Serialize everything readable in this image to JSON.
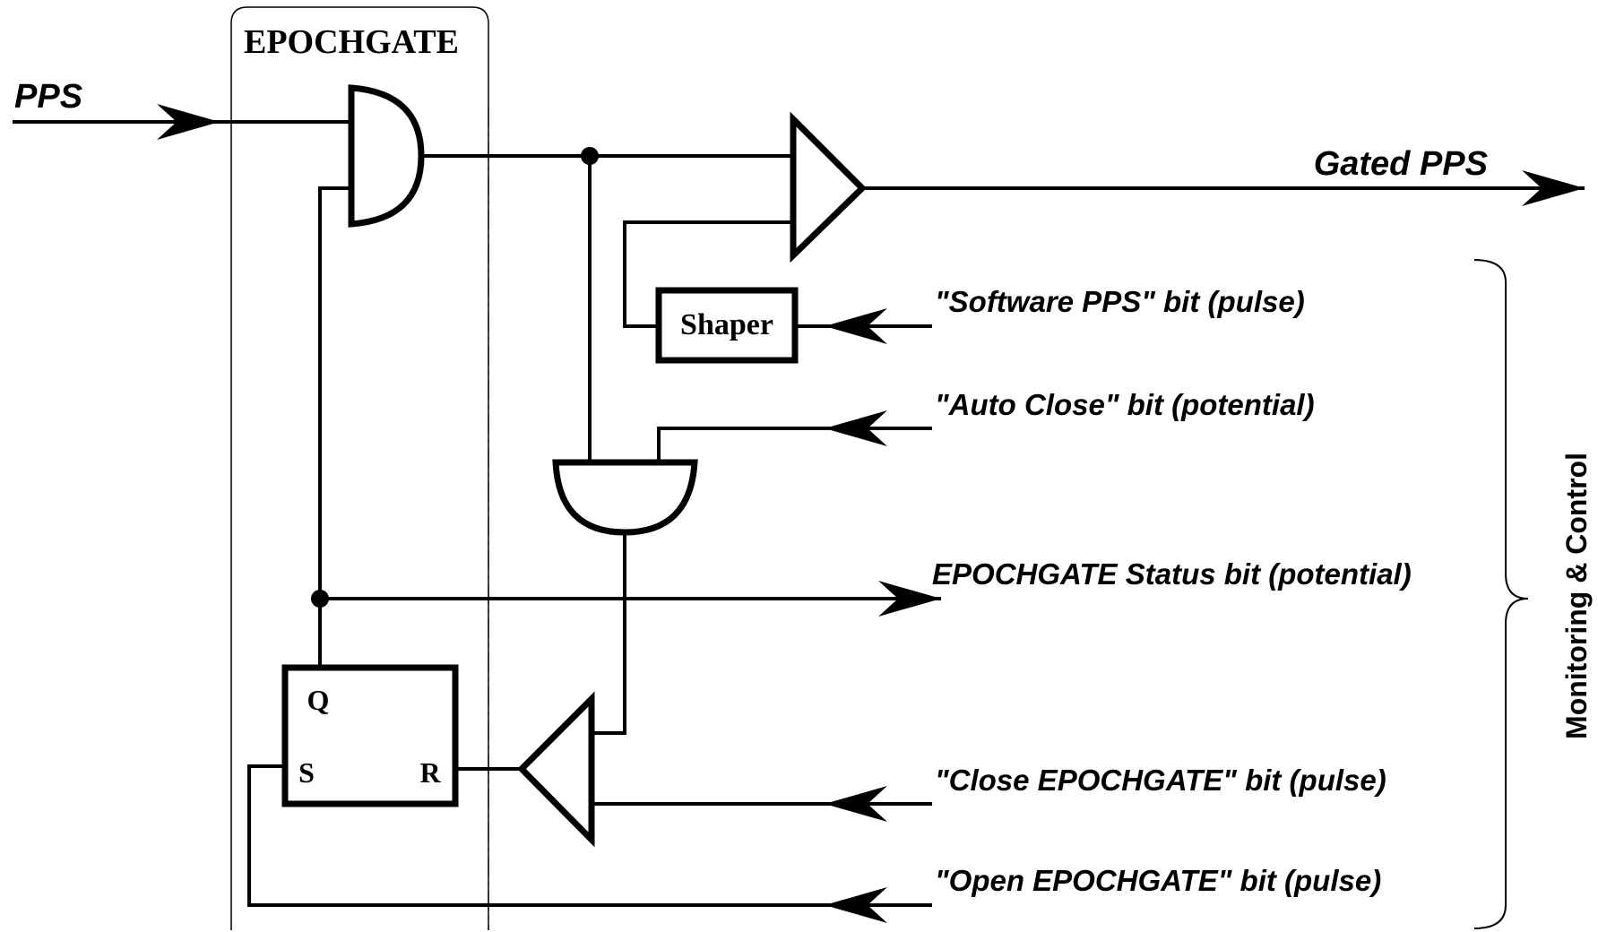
{
  "block_title": "EPOCHGATE",
  "inputs": {
    "pps": "PPS"
  },
  "outputs": {
    "gated_pps": "Gated PPS"
  },
  "shaper_label": "Shaper",
  "flipflop": {
    "q": "Q",
    "s": "S",
    "r": "R"
  },
  "signals": {
    "software_pps": "\"Software PPS\" bit (pulse)",
    "auto_close": "\"Auto Close\" bit (potential)",
    "status": "EPOCHGATE Status bit (potential)",
    "close": "\"Close EPOCHGATE\" bit (pulse)",
    "open": "\"Open EPOCHGATE\" bit (pulse)"
  },
  "group_label": "Monitoring & Control"
}
